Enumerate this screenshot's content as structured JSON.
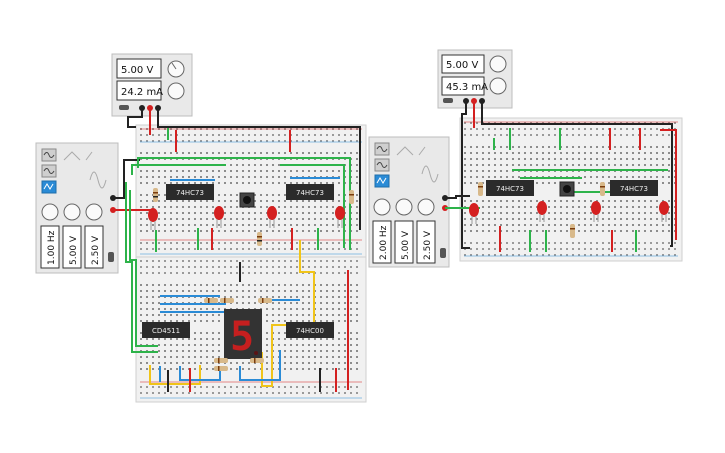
{
  "power_supply_left": {
    "voltage": "5.00 V",
    "current": "24.2 mA"
  },
  "power_supply_right": {
    "voltage": "5.00 V",
    "current": "45.3 mA"
  },
  "function_generator_left": {
    "frequency": "1.00 Hz",
    "amplitude": "5.00 V",
    "offset": "2.50 V"
  },
  "function_generator_right": {
    "frequency": "2.00 Hz",
    "amplitude": "5.00 V",
    "offset": "2.50 V"
  },
  "chips_left": {
    "ff1": "74HC73",
    "ff2": "74HC73",
    "decoder": "CD4511",
    "nand": "74HC00"
  },
  "chips_right": {
    "ff1": "74HC73",
    "ff2": "74HC73"
  },
  "seven_segment": {
    "digit": "5"
  },
  "colors": {
    "led_red": "#d42020",
    "wire_green": "#2db34a",
    "wire_blue": "#2a8bd6",
    "wire_yellow": "#f0c419",
    "wire_red": "#d42020",
    "wire_black": "#222222"
  }
}
